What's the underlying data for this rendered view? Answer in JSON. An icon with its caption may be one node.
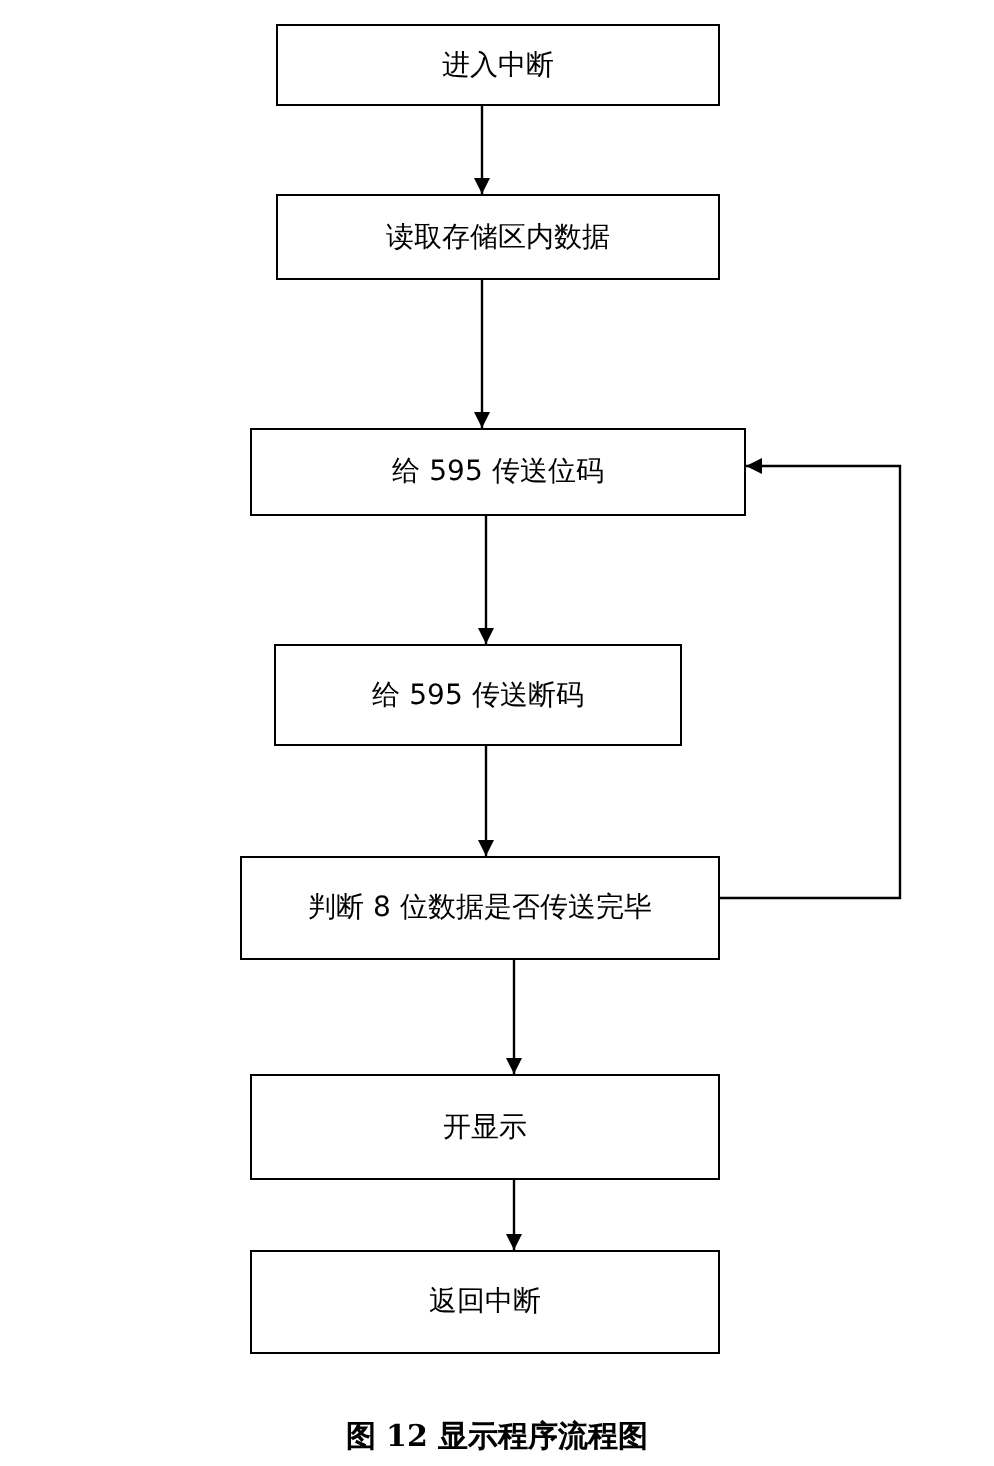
{
  "diagram": {
    "caption": "图 12 显示程序流程图",
    "nodes": [
      {
        "text": [
          "进入中断"
        ]
      },
      {
        "text": [
          "读取存储区内数据"
        ]
      },
      {
        "text": [
          "给 595 传送位码"
        ]
      },
      {
        "text": [
          "给 595 传送断码"
        ]
      },
      {
        "text": [
          "判断 8 位数据是否传送完毕"
        ]
      },
      {
        "text": [
          "开显示"
        ]
      },
      {
        "text": [
          "返回中断"
        ]
      }
    ],
    "edges": [
      {
        "from": 0,
        "to": 1,
        "arrow": "to"
      },
      {
        "from": 1,
        "to": 2,
        "arrow": "to"
      },
      {
        "from": 2,
        "to": 3,
        "arrow": "to"
      },
      {
        "from": 3,
        "to": 4,
        "arrow": "to"
      },
      {
        "from": 4,
        "to": 5,
        "arrow": "to"
      },
      {
        "from": 5,
        "to": 6,
        "arrow": "to"
      },
      {
        "from": 4,
        "to": 2,
        "arrow": "to"
      }
    ]
  }
}
